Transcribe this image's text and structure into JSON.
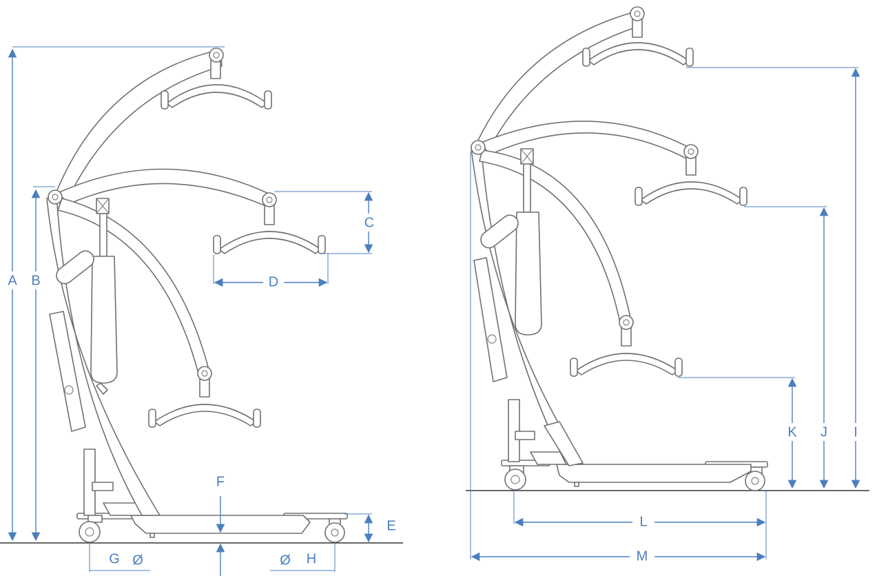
{
  "colors": {
    "dimension": "#4a7fbf",
    "drawing": "#707070",
    "ground": "#333333",
    "background": "#ffffff"
  },
  "labels": {
    "A": "A",
    "B": "B",
    "C": "C",
    "D": "D",
    "E": "E",
    "F": "F",
    "G": "G",
    "H": "H",
    "I": "I",
    "J": "J",
    "K": "K",
    "L": "L",
    "M": "M",
    "diameter": "Ø"
  }
}
